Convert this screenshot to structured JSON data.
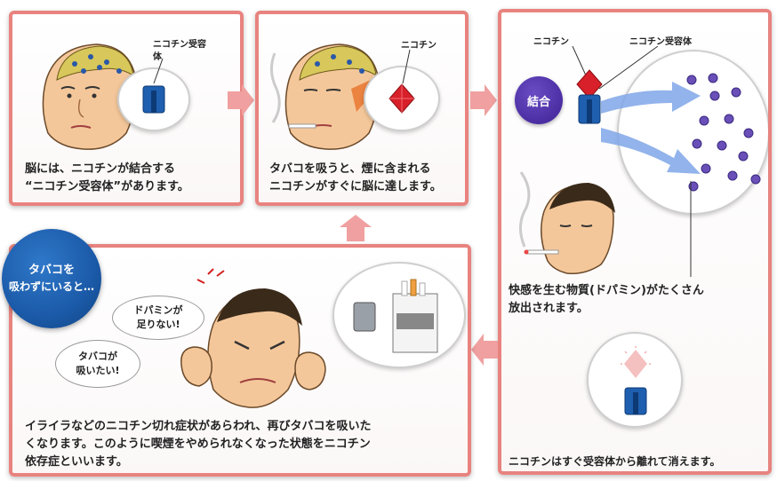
{
  "panel1": {
    "label": "ニコチン受容体",
    "caption_line1": "脳には、ニコチンが結合する",
    "caption_line2": "“ニコチン受容体”があります。"
  },
  "panel2": {
    "label": "ニコチン",
    "caption_line1": "タバコを吸うと、煙に含まれる",
    "caption_line2": "ニコチンがすぐに脳に達します。"
  },
  "panel3": {
    "label_nicotine": "ニコチン",
    "label_receptor": "ニコチン受容体",
    "binding": "結合",
    "caption_line1": "快感を生む物質(ドパミン)がたくさん",
    "caption_line2": "放出されます。",
    "bottom_caption": "ニコチンはすぐ受容体から離れて消えます。"
  },
  "panel4": {
    "badge_line1": "タバコを",
    "badge_line2": "吸わずにいると…",
    "speech1_line1": "ドパミンが",
    "speech1_line2": "足りない!",
    "speech2_line1": "タバコが",
    "speech2_line2": "吸いたい!",
    "caption_line1": "イライラなどのニコチン切れ症状があらわれ、再びタバコを吸いた",
    "caption_line2": "くなります。このように喫煙をやめられなくなった状態をニコチン",
    "caption_line3": "依存症といいます。"
  },
  "colors": {
    "panel_border": "#e8837f",
    "arrow": "#f0a0a0",
    "badge_blue": "#1b5aa8",
    "binding_purple": "#4b2ea2",
    "nicotine_red": "#d8202a",
    "receptor_blue": "#1f5fb0",
    "dopamine_purple": "#6a4fb8"
  }
}
